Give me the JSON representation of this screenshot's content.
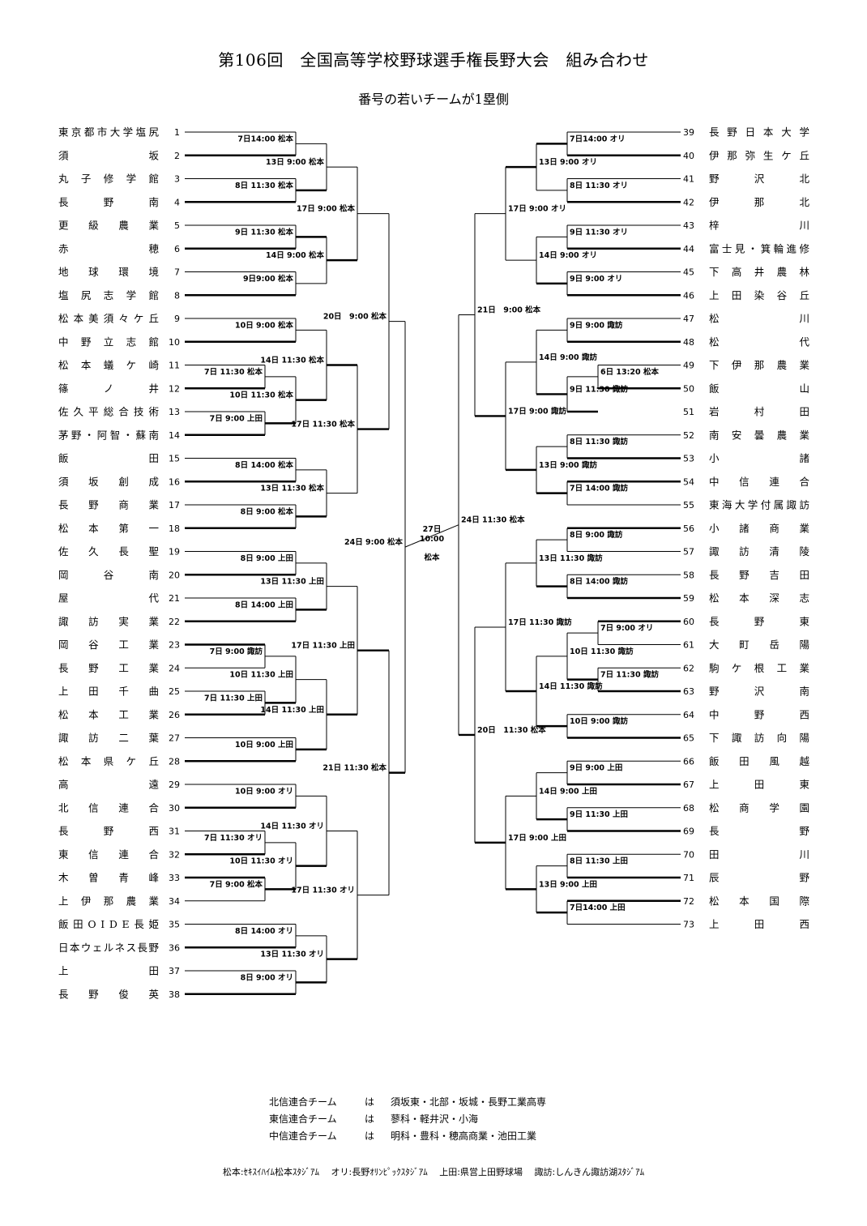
{
  "title": "第106回　全国高等学校野球選手権長野大会　組み合わせ",
  "subtitle": "番号の若いチームが1塁側",
  "teams": [
    {
      "no": "1",
      "name": "東京都市大学塩尻"
    },
    {
      "no": "2",
      "name": "須　　　坂"
    },
    {
      "no": "3",
      "name": "丸子修学館"
    },
    {
      "no": "4",
      "name": "長　野　南"
    },
    {
      "no": "5",
      "name": "更級農業"
    },
    {
      "no": "6",
      "name": "赤　　　穂"
    },
    {
      "no": "7",
      "name": "地球環境"
    },
    {
      "no": "8",
      "name": "塩尻志学館"
    },
    {
      "no": "9",
      "name": "松本美須々ケ丘"
    },
    {
      "no": "10",
      "name": "中野立志館"
    },
    {
      "no": "11",
      "name": "松本蟻ケ崎"
    },
    {
      "no": "12",
      "name": "篠　ノ　井"
    },
    {
      "no": "13",
      "name": "佐久平総合技術"
    },
    {
      "no": "14",
      "name": "茅野・阿智・蘇南"
    },
    {
      "no": "15",
      "name": "飯　　　田"
    },
    {
      "no": "16",
      "name": "須坂創成"
    },
    {
      "no": "17",
      "name": "長野商業"
    },
    {
      "no": "18",
      "name": "松本第一"
    },
    {
      "no": "19",
      "name": "佐久長聖"
    },
    {
      "no": "20",
      "name": "岡　谷　南"
    },
    {
      "no": "21",
      "name": "屋　　　代"
    },
    {
      "no": "22",
      "name": "諏訪実業"
    },
    {
      "no": "23",
      "name": "岡谷工業"
    },
    {
      "no": "24",
      "name": "長野工業"
    },
    {
      "no": "25",
      "name": "上田千曲"
    },
    {
      "no": "26",
      "name": "松本工業"
    },
    {
      "no": "27",
      "name": "諏訪二葉"
    },
    {
      "no": "28",
      "name": "松本県ケ丘"
    },
    {
      "no": "29",
      "name": "高　　　遠"
    },
    {
      "no": "30",
      "name": "北信連合"
    },
    {
      "no": "31",
      "name": "長　野　西"
    },
    {
      "no": "32",
      "name": "東信連合"
    },
    {
      "no": "33",
      "name": "木曽青峰"
    },
    {
      "no": "34",
      "name": "上伊那農業"
    },
    {
      "no": "35",
      "name": "飯田OIDE長姫"
    },
    {
      "no": "36",
      "name": "日本ウェルネス長野"
    },
    {
      "no": "37",
      "name": "上　　　田"
    },
    {
      "no": "38",
      "name": "長野俊英"
    },
    {
      "no": "39",
      "name": "長野日本大学"
    },
    {
      "no": "40",
      "name": "伊那弥生ケ丘"
    },
    {
      "no": "41",
      "name": "野　沢　北"
    },
    {
      "no": "42",
      "name": "伊　那　北"
    },
    {
      "no": "43",
      "name": "梓　　　川"
    },
    {
      "no": "44",
      "name": "富士見・箕輪進修"
    },
    {
      "no": "45",
      "name": "下高井農林"
    },
    {
      "no": "46",
      "name": "上田染谷丘"
    },
    {
      "no": "47",
      "name": "松　　　川"
    },
    {
      "no": "48",
      "name": "松　　　代"
    },
    {
      "no": "49",
      "name": "下伊那農業"
    },
    {
      "no": "50",
      "name": "飯　　　山"
    },
    {
      "no": "51",
      "name": "岩　村　田"
    },
    {
      "no": "52",
      "name": "南安曇農業"
    },
    {
      "no": "53",
      "name": "小　　　諸"
    },
    {
      "no": "54",
      "name": "中信連合"
    },
    {
      "no": "55",
      "name": "東海大学付属諏訪"
    },
    {
      "no": "56",
      "name": "小諸商業"
    },
    {
      "no": "57",
      "name": "諏訪清陵"
    },
    {
      "no": "58",
      "name": "長野吉田"
    },
    {
      "no": "59",
      "name": "松本深志"
    },
    {
      "no": "60",
      "name": "長　野　東"
    },
    {
      "no": "61",
      "name": "大町岳陽"
    },
    {
      "no": "62",
      "name": "駒ケ根工業"
    },
    {
      "no": "63",
      "name": "野　沢　南"
    },
    {
      "no": "64",
      "name": "中　野　西"
    },
    {
      "no": "65",
      "name": "下諏訪向陽"
    },
    {
      "no": "66",
      "name": "飯田風越"
    },
    {
      "no": "67",
      "name": "上　田　東"
    },
    {
      "no": "68",
      "name": "松商学園"
    },
    {
      "no": "69",
      "name": "長　　　野"
    },
    {
      "no": "70",
      "name": "田　　　川"
    },
    {
      "no": "71",
      "name": "辰　　　野"
    },
    {
      "no": "72",
      "name": "松本国際"
    },
    {
      "no": "73",
      "name": "上　田　西"
    }
  ],
  "games": {
    "L_r1": [
      {
        "t": 1,
        "b": 2,
        "label": "7日14:00 松本"
      },
      {
        "t": 3,
        "b": 4,
        "label": "8日 11:30 松本"
      },
      {
        "t": 5,
        "b": 6,
        "label": "9日 11:30 松本"
      },
      {
        "t": 7,
        "b": 8,
        "label": "9日9:00 松本"
      },
      {
        "t": 9,
        "b": 10,
        "label": "10日 9:00 松本"
      },
      {
        "t": 11,
        "b": 12,
        "label": "7日 11:30 松本"
      },
      {
        "t": 13,
        "b": 14,
        "label": "7日 9:00 上田"
      },
      {
        "t": 15,
        "b": 16,
        "label": "8日 14:00 松本"
      },
      {
        "t": 17,
        "b": 18,
        "label": "8日 9:00 松本"
      },
      {
        "t": 19,
        "b": 20,
        "label": "8日 9:00 上田"
      },
      {
        "t": 21,
        "b": 22,
        "label": "8日 14:00 上田"
      },
      {
        "t": 23,
        "b": 24,
        "label": "7日 9:00 諏訪"
      },
      {
        "t": 25,
        "b": 26,
        "label": "7日 11:30 上田"
      },
      {
        "t": 27,
        "b": 28,
        "label": "10日 9:00 上田"
      },
      {
        "t": 29,
        "b": 30,
        "label": "10日 9:00 オリ"
      },
      {
        "t": 31,
        "b": 32,
        "label": "7日 11:30 オリ"
      },
      {
        "t": 33,
        "b": 34,
        "label": "7日 9:00 松本"
      },
      {
        "t": 35,
        "b": 36,
        "label": "8日 14:00 オリ"
      },
      {
        "t": 37,
        "b": 38,
        "label": "8日 9:00 オリ"
      }
    ],
    "L_r2": [
      {
        "label": "13日 9:00 松本"
      },
      {
        "label": "14日 9:00 松本"
      },
      {
        "label": "14日 11:30 松本"
      },
      {
        "label": "10日 11:30 松本"
      },
      {
        "label": "13日 11:30 松本"
      },
      {
        "label": "13日 11:30 上田"
      },
      {
        "label": "10日 11:30 上田"
      },
      {
        "label": "14日 11:30 上田"
      },
      {
        "label": "14日 11:30 オリ"
      },
      {
        "label": "10日 11:30 オリ"
      },
      {
        "label": "13日 11:30 オリ"
      }
    ],
    "L_r3": [
      {
        "label": "17日 9:00 松本"
      },
      {
        "label": "17日 11:30 松本"
      },
      {
        "label": "17日 11:30 上田"
      },
      {
        "label": "17日 11:30 オリ"
      }
    ],
    "L_r4": [
      {
        "label": "20日　9:00 松本"
      },
      {
        "label": "21日 11:30 松本"
      }
    ],
    "L_semi": {
      "label": "24日 9:00 松本"
    },
    "final": {
      "day": "27日",
      "time": "10:00",
      "venue": "松本"
    },
    "R_semi": {
      "label": "24日 11:30 松本"
    },
    "R_r4": [
      {
        "label": "21日　9:00 松本"
      },
      {
        "label": "20日　11:30 松本"
      }
    ],
    "R_r3": [
      {
        "label": "17日 9:00 オリ"
      },
      {
        "label": "17日 9:00 諏訪"
      },
      {
        "label": "17日 11:30 諏訪"
      },
      {
        "label": "17日 9:00 上田"
      }
    ],
    "R_r2": [
      {
        "label": "13日 9:00 オリ"
      },
      {
        "label": "14日 9:00 オリ"
      },
      {
        "label": "14日 9:00 諏訪"
      },
      {
        "label": "9日 11:30 諏訪"
      },
      {
        "label": "13日 9:00 諏訪"
      },
      {
        "label": "13日 11:30 諏訪"
      },
      {
        "label": "10日 11:30 諏訪"
      },
      {
        "label": "14日 11:30 諏訪"
      },
      {
        "label": "14日 9:00 上田"
      },
      {
        "label": "13日 9:00 上田"
      }
    ],
    "R_r1": [
      {
        "label": "7日14:00 オリ"
      },
      {
        "label": "8日 11:30 オリ"
      },
      {
        "label": "9日 11:30 オリ"
      },
      {
        "label": "9日 9:00 オリ"
      },
      {
        "label": "9日 9:00 諏訪"
      },
      {
        "label": "6日 13:20 松本"
      },
      {
        "label": "8日 11:30 諏訪"
      },
      {
        "label": "7日 14:00 諏訪"
      },
      {
        "label": "8日 9:00 諏訪"
      },
      {
        "label": "8日 14:00 諏訪"
      },
      {
        "label": "7日 9:00 オリ"
      },
      {
        "label": "7日 11:30 諏訪"
      },
      {
        "label": "10日 9:00 諏訪"
      },
      {
        "label": "9日 9:00 上田"
      },
      {
        "label": "9日 11:30 上田"
      },
      {
        "label": "8日 11:30 上田"
      },
      {
        "label": "7日14:00 上田"
      }
    ]
  },
  "notes": [
    {
      "key": "北信連合チーム",
      "word": "は",
      "value": "須坂東・北部・坂城・長野工業高専"
    },
    {
      "key": "東信連合チーム",
      "word": "は",
      "value": "蓼科・軽井沢・小海"
    },
    {
      "key": "中信連合チーム",
      "word": "は",
      "value": "明科・豊科・穂高商業・池田工業"
    }
  ],
  "venues": "松本:ｾｷｽｲﾊｲﾑ松本ｽﾀｼﾞｱﾑ　 オリ:長野ｵﾘﾝﾋﾟｯｸｽﾀｼﾞｱﾑ　 上田:県営上田野球場　 諏訪:しんきん諏訪湖ｽﾀｼﾞｱﾑ"
}
